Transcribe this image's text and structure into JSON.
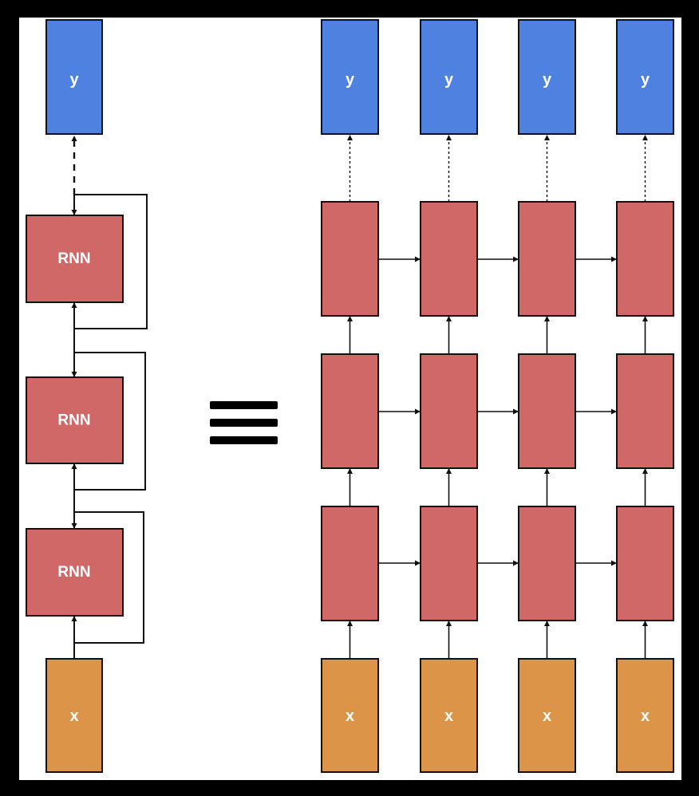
{
  "labels": {
    "output": "y",
    "input": "x",
    "rnn": "RNN"
  },
  "colors": {
    "frame": "#000000",
    "canvas": "#ffffff",
    "output_fill": "#4f82e0",
    "rnn_fill": "#d16868",
    "input_fill": "#dc9448",
    "stroke": "#111111",
    "text": "#ffffff"
  },
  "diagram": {
    "rnn_layers": 3,
    "timesteps": 4,
    "equivalence_symbol": "triple-bar"
  }
}
